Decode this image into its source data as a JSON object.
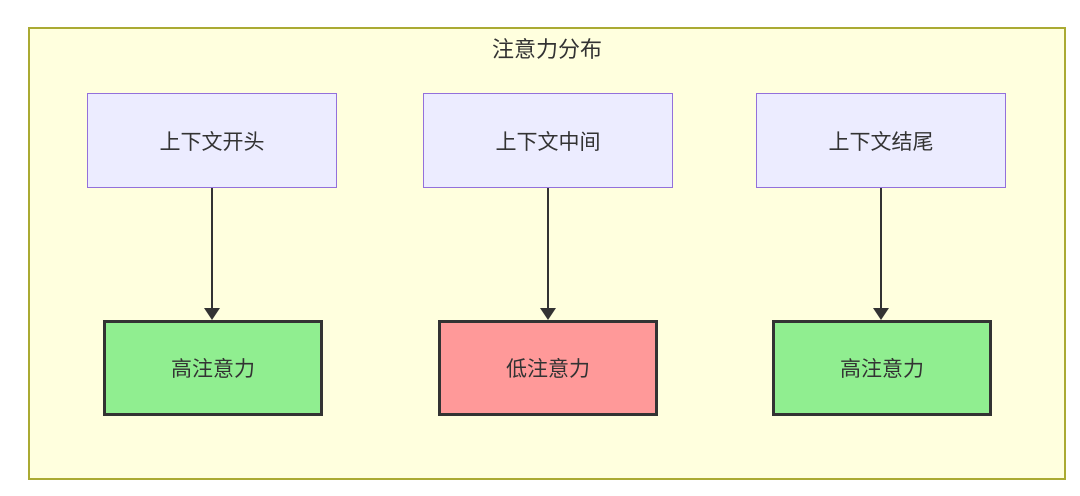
{
  "diagram": {
    "title": "注意力分布",
    "columns": [
      {
        "source": "上下文开头",
        "target": "高注意力",
        "attention": "high"
      },
      {
        "source": "上下文中间",
        "target": "低注意力",
        "attention": "low"
      },
      {
        "source": "上下文结尾",
        "target": "高注意力",
        "attention": "high"
      }
    ],
    "colors": {
      "canvas_bg": "#FFFFDE",
      "canvas_border": "#AAAA33",
      "source_node_bg": "#ECECFF",
      "source_node_border": "#9370DB",
      "high_attention_bg": "#90EE90",
      "low_attention_bg": "#FF9999",
      "target_node_border": "#333333",
      "arrow": "#333333",
      "text": "#333333"
    }
  }
}
